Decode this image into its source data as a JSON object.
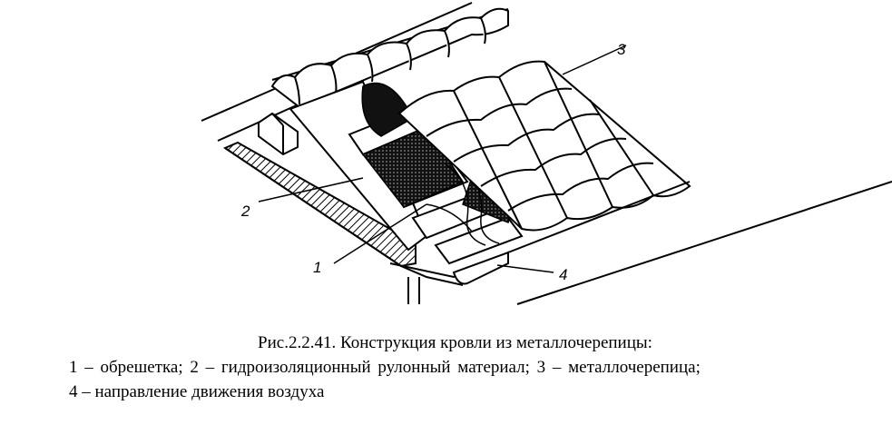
{
  "figure": {
    "labels": {
      "l1": "1",
      "l2": "2",
      "l3": "3",
      "l4": "4"
    }
  },
  "caption": {
    "title": "Рис.2.2.41. Конструкция кровли из металлочерепицы:",
    "line1": "1 – обрешетка; 2 – гидроизоляционный рулонный материал; 3 – металлочерепица;",
    "line2": "4 – направление движения воздуха"
  }
}
